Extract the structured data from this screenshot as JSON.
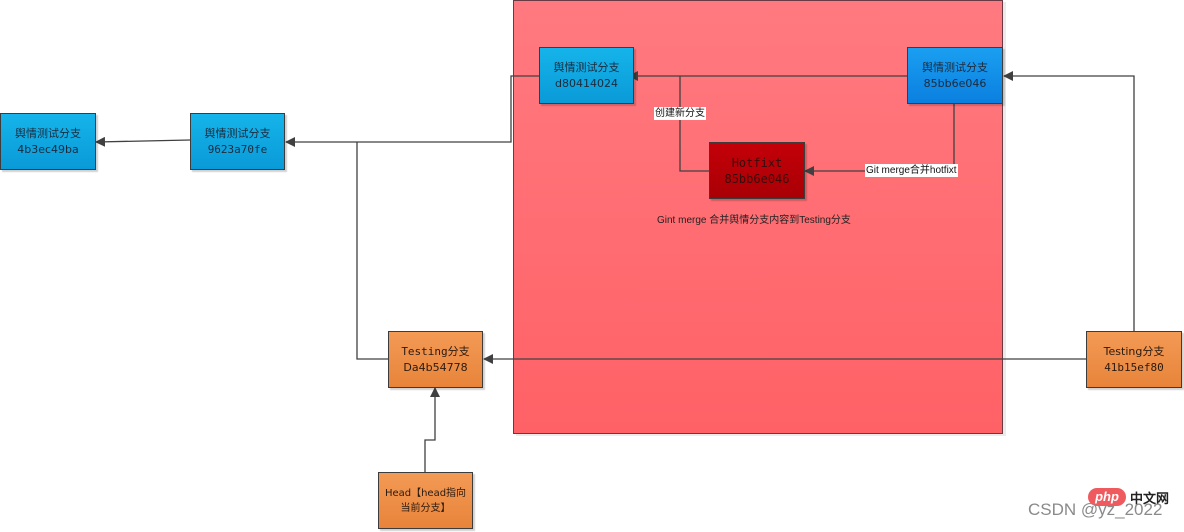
{
  "diagram": {
    "region_label": "",
    "nodes": {
      "n4b3": {
        "title": "舆情测试分支",
        "hash": "4b3ec49ba"
      },
      "n962": {
        "title": "舆情测试分支",
        "hash": "9623a70fe"
      },
      "nd80": {
        "title": "舆情测试分支",
        "hash": "d80414024"
      },
      "n85b": {
        "title": "舆情测试分支",
        "hash": "85bb6e046"
      },
      "hotfix": {
        "title": "Hotfixt",
        "hash": "85bb6e046"
      },
      "testingDa4": {
        "title": "Testing分支",
        "hash": "Da4b54778"
      },
      "testing41b": {
        "title": "Testing分支",
        "hash": "41b15ef80"
      },
      "head": {
        "title": "Head【head指向当前分支】"
      }
    },
    "labels": {
      "create_branch": "创建新分支",
      "merge_hotfix": "Git merge合并hotfixt",
      "merge_caption": "Gint merge 合并舆情分支内容到Testing分支"
    },
    "colors": {
      "region": "#ff6e74",
      "blue_node": "#0fa8e4",
      "blue_node_alt": "#108de8",
      "orange_node": "#ec8c45",
      "hotfix_node": "#b80006",
      "connector": "#404040"
    }
  },
  "watermark": {
    "badge": "php",
    "site": "中文网",
    "text": "CSDN @yz_2022"
  }
}
